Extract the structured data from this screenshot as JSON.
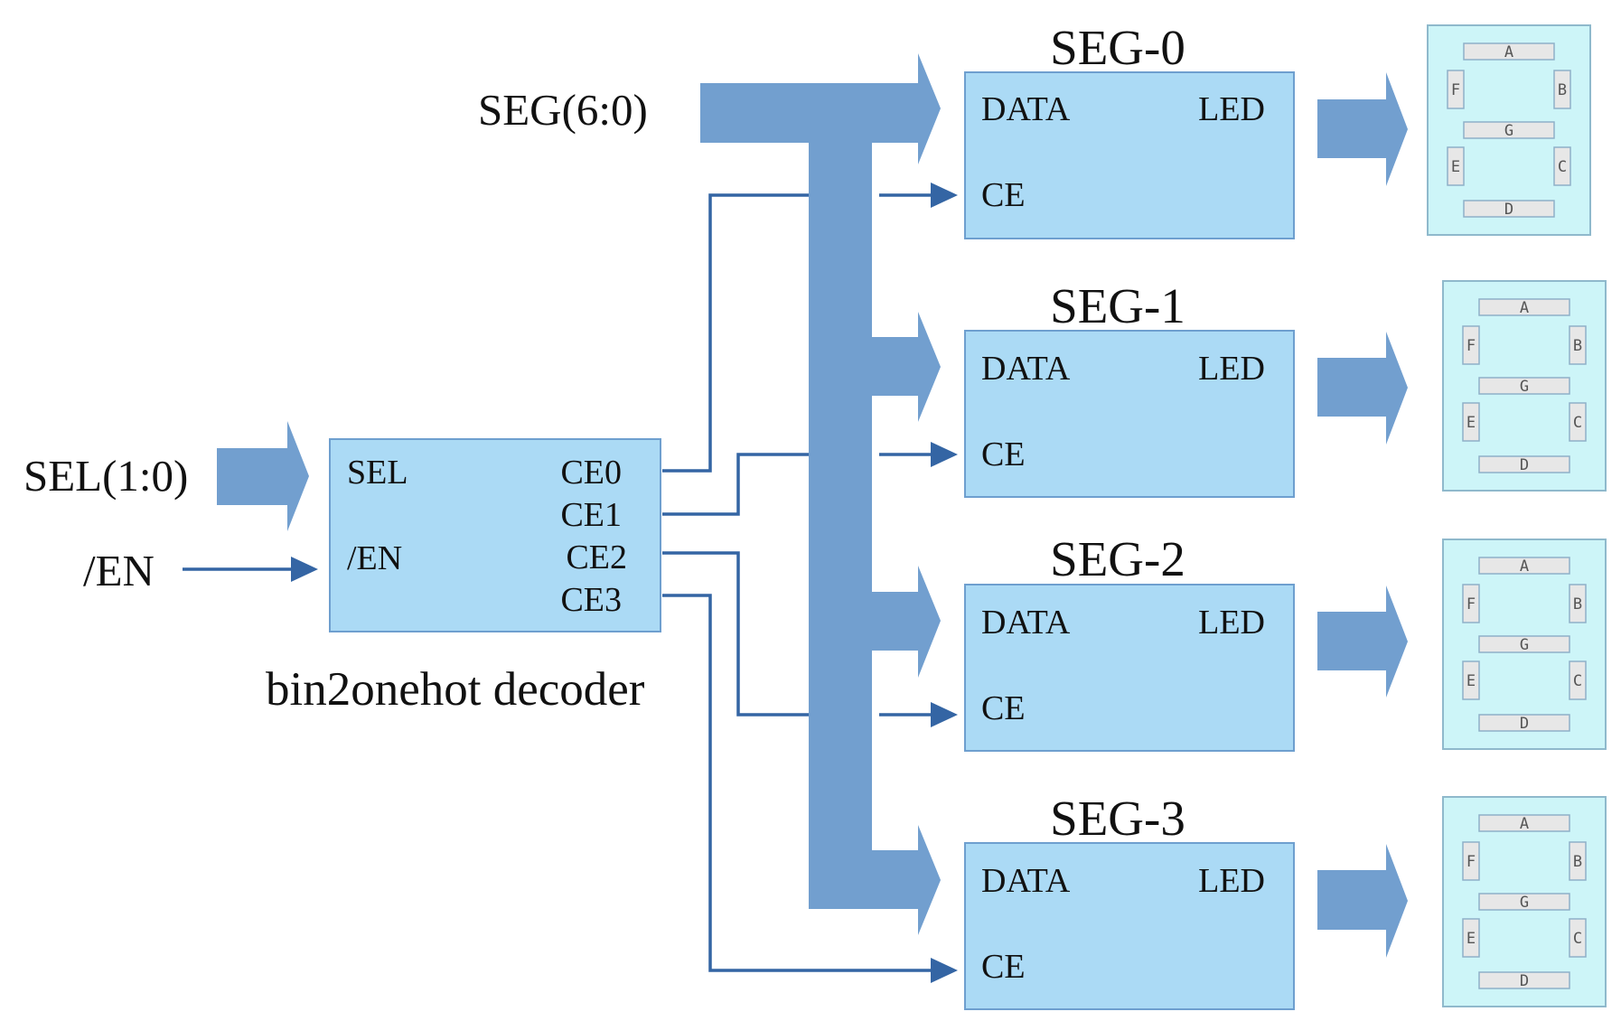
{
  "inputs": {
    "seg_bus": "SEG(6:0)",
    "sel_bus": "SEL(1:0)",
    "enable": "/EN"
  },
  "decoder": {
    "caption": "bin2onehot decoder",
    "in_sel": "SEL",
    "in_en": "/EN",
    "outputs": [
      "CE0",
      "CE1",
      "CE2",
      "CE3"
    ]
  },
  "segments": [
    {
      "title": "SEG-0",
      "data_port": "DATA",
      "led_port": "LED",
      "ce_port": "CE"
    },
    {
      "title": "SEG-1",
      "data_port": "DATA",
      "led_port": "LED",
      "ce_port": "CE"
    },
    {
      "title": "SEG-2",
      "data_port": "DATA",
      "led_port": "LED",
      "ce_port": "CE"
    },
    {
      "title": "SEG-3",
      "data_port": "DATA",
      "led_port": "LED",
      "ce_port": "CE"
    }
  ],
  "display_segments": [
    "A",
    "B",
    "C",
    "D",
    "E",
    "F",
    "G"
  ],
  "colors": {
    "block_fill": "#abdaf5",
    "display_fill": "#cdf5f8",
    "bus_arrow": "#729fcf",
    "wire": "#3465a4"
  }
}
